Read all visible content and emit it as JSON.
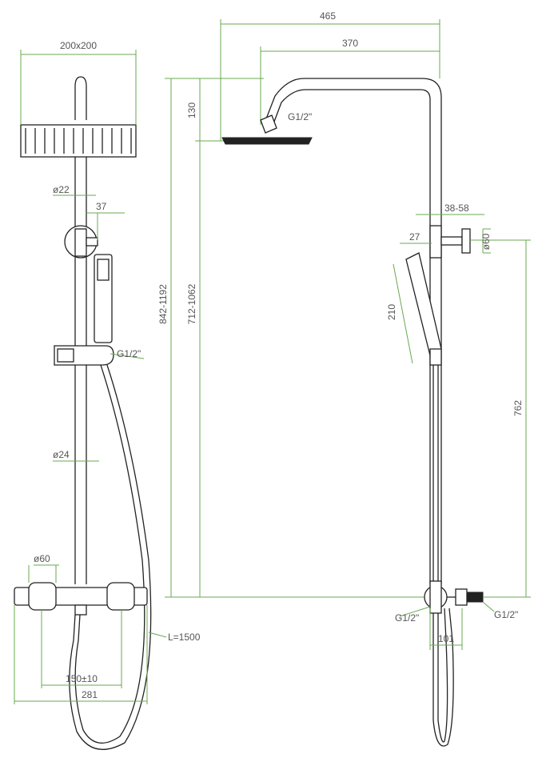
{
  "colors": {
    "dimension": "#6aa84f",
    "outline": "#222222",
    "text": "#555555",
    "background": "#ffffff"
  },
  "front_view": {
    "head_size": "200x200",
    "pipe_top_diameter": "ø22",
    "holder_offset": "37",
    "hand_connector": "G1/2\"",
    "pipe_bottom_diameter": "ø24",
    "valve_diameter": "ø60",
    "hose_length": "L=1500",
    "centers": "150±10",
    "mixer_width": "281"
  },
  "height_range_total": "842-1192",
  "height_range_head": "712-1062",
  "side_view": {
    "arm_reach": "465",
    "arm_length": "370",
    "head_drop": "130",
    "head_connector": "G1/2\"",
    "wall_offset": "38-58",
    "wall_bracket_diameter": "ø60",
    "hand_shower_width": "27",
    "hand_shower_length": "210",
    "bracket_height": "762",
    "outlet_connector": "G1/2\"",
    "inlet_connector": "G1/2\"",
    "valve_depth": "101"
  }
}
